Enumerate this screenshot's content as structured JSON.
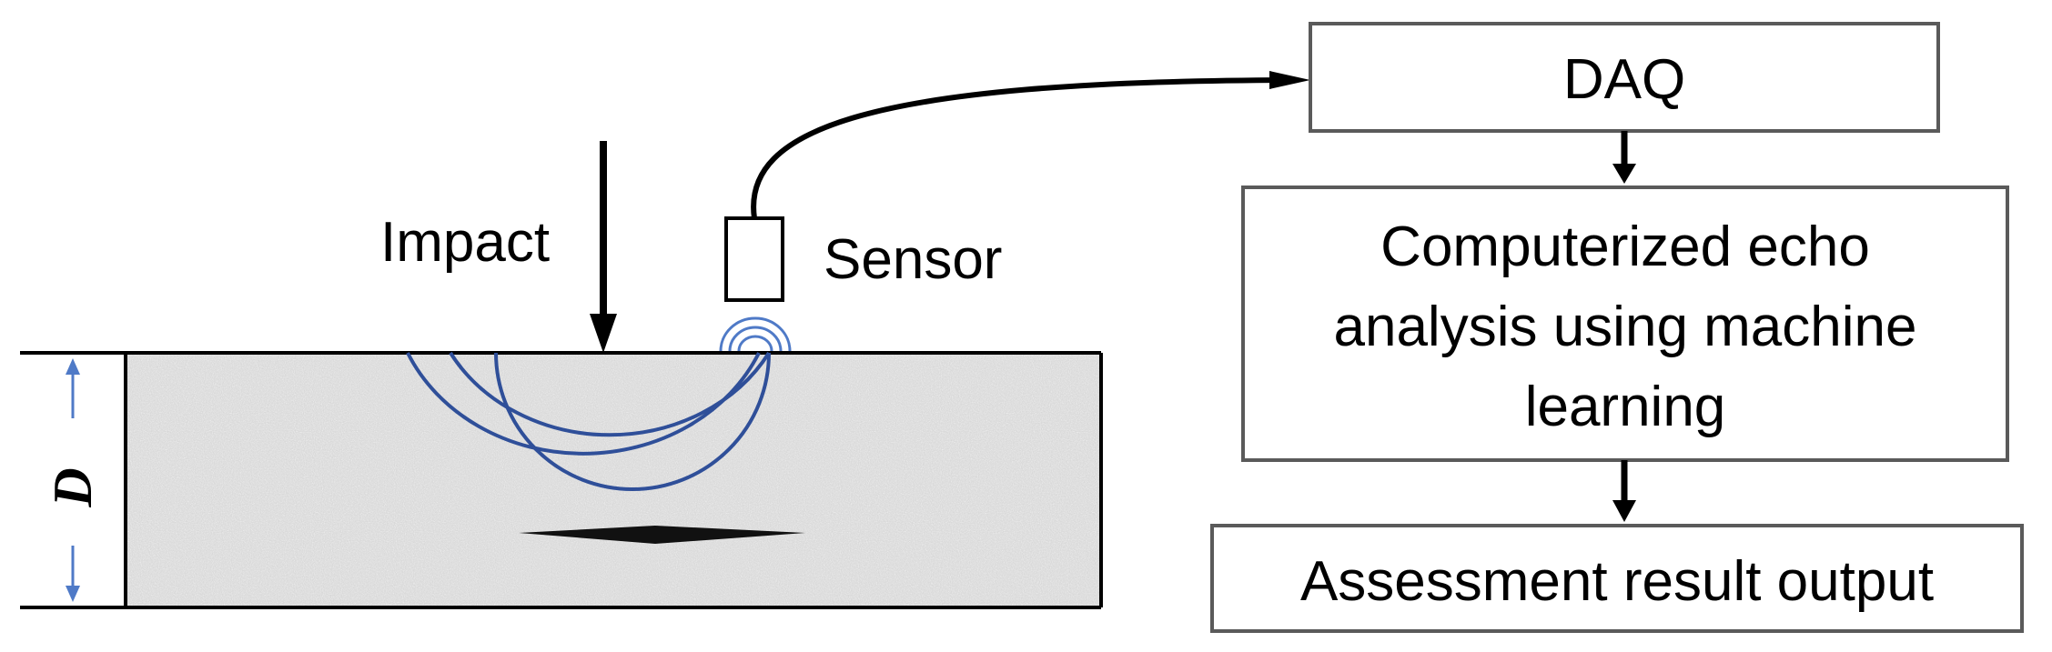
{
  "labels": {
    "impact": "Impact",
    "sensor": "Sensor",
    "depth": "D"
  },
  "flow_boxes": {
    "daq": "DAQ",
    "analysis": [
      "Computerized echo",
      "analysis using machine",
      "learning"
    ],
    "output": "Assessment result output"
  },
  "colors": {
    "wave": "#2f4f99",
    "dimension_arrow": "#4f7ac7",
    "box_border": "#5a5a5a",
    "concrete": "#d5d5d5"
  }
}
